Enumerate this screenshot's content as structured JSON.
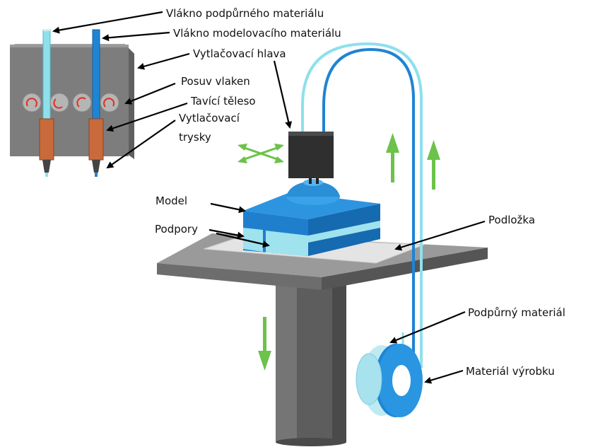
{
  "labels": {
    "support_filament": "Vlákno podpůrného materiálu",
    "model_filament": "Vlákno modelovacího materiálu",
    "extrusion_head": "Vytlačovací hlava",
    "filament_feed": "Posuv vlaken",
    "melting_body": "Tavící těleso",
    "extrusion_nozzles": "Vytlačovací trysky",
    "model": "Model",
    "supports": "Podpory",
    "build_plate": "Podložka",
    "support_material": "Podpůrný materiál",
    "product_material": "Materiál výrobku"
  },
  "colors": {
    "support": "#8ee0ec",
    "model": "#1f84d4",
    "motion_arrow": "#6cc24a",
    "housing": "#7d7d7d",
    "heater": "#c96a3c",
    "feed_roller_arrow": "#e0301e"
  }
}
